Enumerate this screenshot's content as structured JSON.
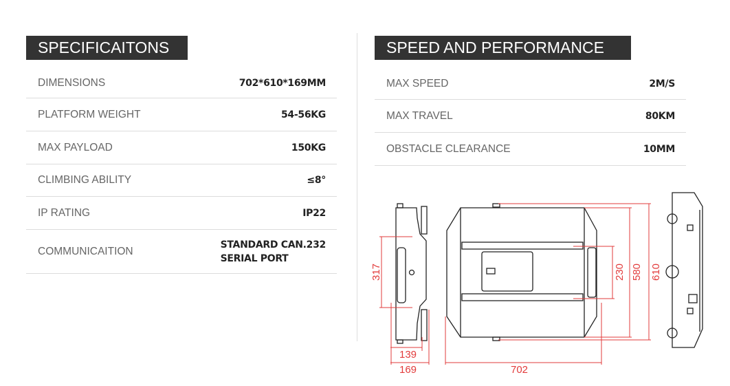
{
  "specifications": {
    "title": "SPECIFICAITONS",
    "rows": [
      {
        "label": "DIMENSIONS",
        "value": "702*610*169MM"
      },
      {
        "label": "PLATFORM WEIGHT",
        "value": "54-56KG"
      },
      {
        "label": "MAX PAYLOAD",
        "value": "150KG"
      },
      {
        "label": "CLIMBING ABILITY",
        "value": "≤8°"
      },
      {
        "label": "IP RATING",
        "value": "IP22"
      },
      {
        "label": "COMMUNICAITION",
        "value_line1": "STANDARD CAN.232",
        "value_line2": "SERIAL PORT"
      }
    ]
  },
  "performance": {
    "title": "SPEED AND PERFORMANCE",
    "rows": [
      {
        "label": "MAX SPEED",
        "value": "2M/S"
      },
      {
        "label": "MAX TRAVEL",
        "value": "80KM"
      },
      {
        "label": "OBSTACLE CLEARANCE",
        "value": "10MM"
      }
    ]
  },
  "drawing": {
    "dimensions": {
      "d317": "317",
      "d139": "139",
      "d169": "169",
      "d702": "702",
      "d230": "230",
      "d580": "580",
      "d610": "610"
    },
    "dim_color": "#e23b3b"
  }
}
